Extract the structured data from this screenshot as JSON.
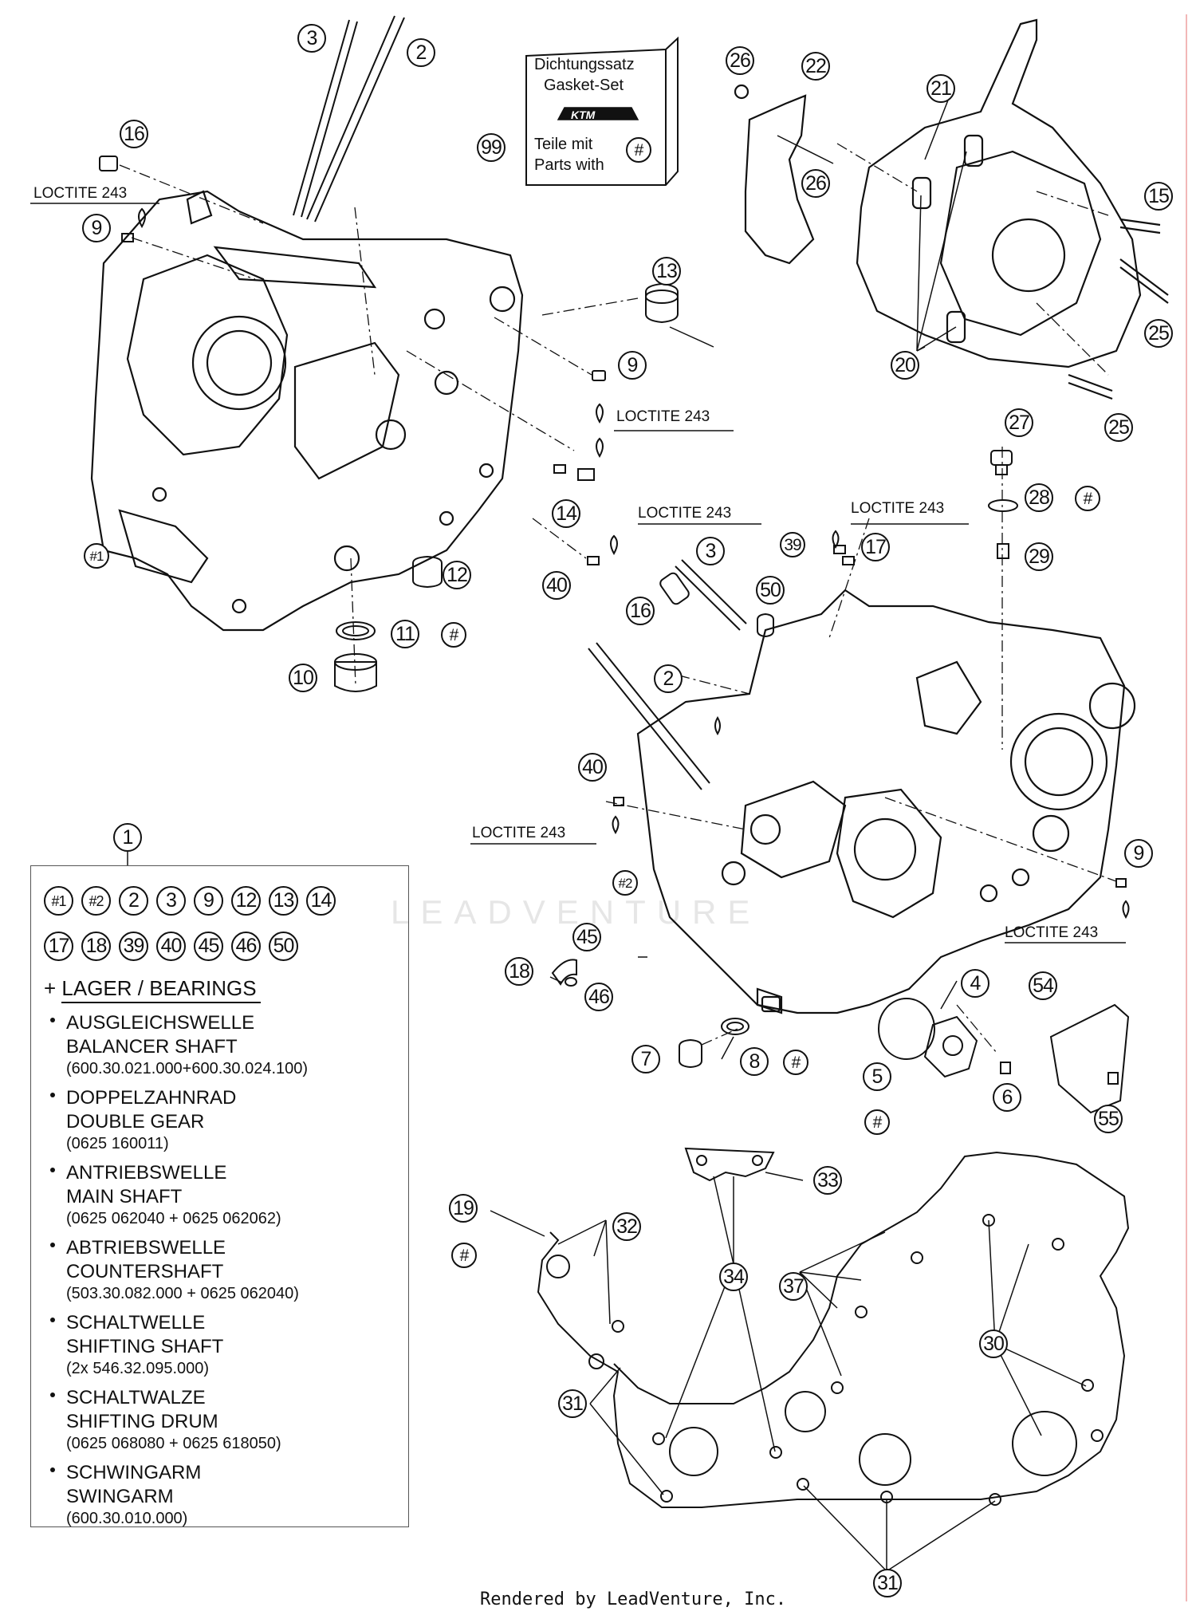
{
  "gasket_set": {
    "line1": "Dichtungssatz",
    "line2": "Gasket-Set",
    "brand": "KTM",
    "line3": "Teile mit",
    "line4": "Parts with",
    "mark": "#",
    "callout": "99"
  },
  "loctite_label": "LOCTITE 243",
  "callouts": {
    "c3a": "3",
    "c2a": "2",
    "c16a": "16",
    "c9a": "9",
    "c26a": "26",
    "c22": "22",
    "c26b": "26",
    "c21": "21",
    "c15": "15",
    "c25a": "25",
    "c25b": "25",
    "c20": "20",
    "c13": "13",
    "c9b": "9",
    "c14": "14",
    "c40a": "40",
    "c12": "12",
    "c11": "11",
    "c10": "10",
    "h1": "#1",
    "c27": "27",
    "c28": "28",
    "c29": "29",
    "c39": "39",
    "c17": "17",
    "c3b": "3",
    "c50": "50",
    "c16b": "16",
    "c2b": "2",
    "c40b": "40",
    "h2": "#2",
    "c9c": "9",
    "c45": "45",
    "c18": "18",
    "c46": "46",
    "c4": "4",
    "c54": "54",
    "c7": "7",
    "c8": "8",
    "c5": "5",
    "c6": "6",
    "c55": "55",
    "c33": "33",
    "c19": "19",
    "c32": "32",
    "c34": "34",
    "c37": "37",
    "c30": "30",
    "c31a": "31",
    "c31b": "31",
    "c1": "1",
    "hash": "#"
  },
  "legend": {
    "chips_row1": [
      "#1",
      "#2",
      "2",
      "3",
      "9",
      "12",
      "13",
      "14"
    ],
    "chips_row2": [
      "17",
      "18",
      "39",
      "40",
      "45",
      "46",
      "50"
    ],
    "bearings_heading": "+ LAGER / BEARINGS",
    "items": [
      {
        "de": "AUSGLEICHSWELLE",
        "en": "BALANCER SHAFT",
        "code": "(600.30.021.000+600.30.024.100)"
      },
      {
        "de": "DOPPELZAHNRAD",
        "en": "DOUBLE GEAR",
        "code": "(0625 160011)"
      },
      {
        "de": "ANTRIEBSWELLE",
        "en": "MAIN SHAFT",
        "code": "(0625 062040 + 0625 062062)"
      },
      {
        "de": "ABTRIEBSWELLE",
        "en": "COUNTERSHAFT",
        "code": "(503.30.082.000 + 0625 062040)"
      },
      {
        "de": "SCHALTWELLE",
        "en": "SHIFTING SHAFT",
        "code": "(2x 546.32.095.000)"
      },
      {
        "de": "SCHALTWALZE",
        "en": "SHIFTING DRUM",
        "code": "(0625 068080 + 0625 618050)"
      },
      {
        "de": "SCHWINGARM",
        "en": "SWINGARM",
        "code": "(600.30.010.000)"
      }
    ]
  },
  "watermark": "LEADVENTURE",
  "footer": "Rendered by LeadVenture, Inc."
}
